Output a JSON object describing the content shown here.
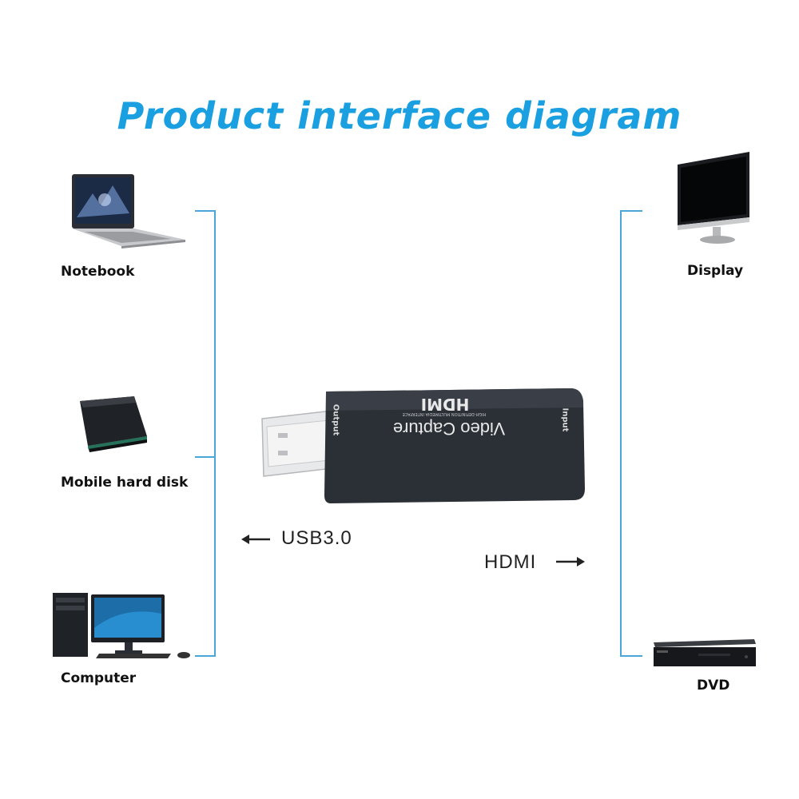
{
  "title": "Product interface diagram",
  "left_devices": [
    {
      "label": "Notebook",
      "icon": "laptop-icon"
    },
    {
      "label": "Mobile hard disk",
      "icon": "hard-disk-icon"
    },
    {
      "label": "Computer",
      "icon": "desktop-computer-icon"
    }
  ],
  "right_devices": [
    {
      "label": "Display",
      "icon": "monitor-icon"
    },
    {
      "label": "DVD",
      "icon": "dvd-player-icon"
    }
  ],
  "center": {
    "brand": "HDMI",
    "brand_sub": "HIGH-DEFINITION MULTIMEDIA INTERFACE",
    "product_name": "Video Capture",
    "output_label": "Output",
    "input_label": "Input"
  },
  "connections": {
    "left_label": "USB3.0",
    "right_label": "HDMI"
  },
  "colors": {
    "accent": "#1aa0e0",
    "line": "#4aa6d8",
    "device_body": "#2b2f36"
  }
}
